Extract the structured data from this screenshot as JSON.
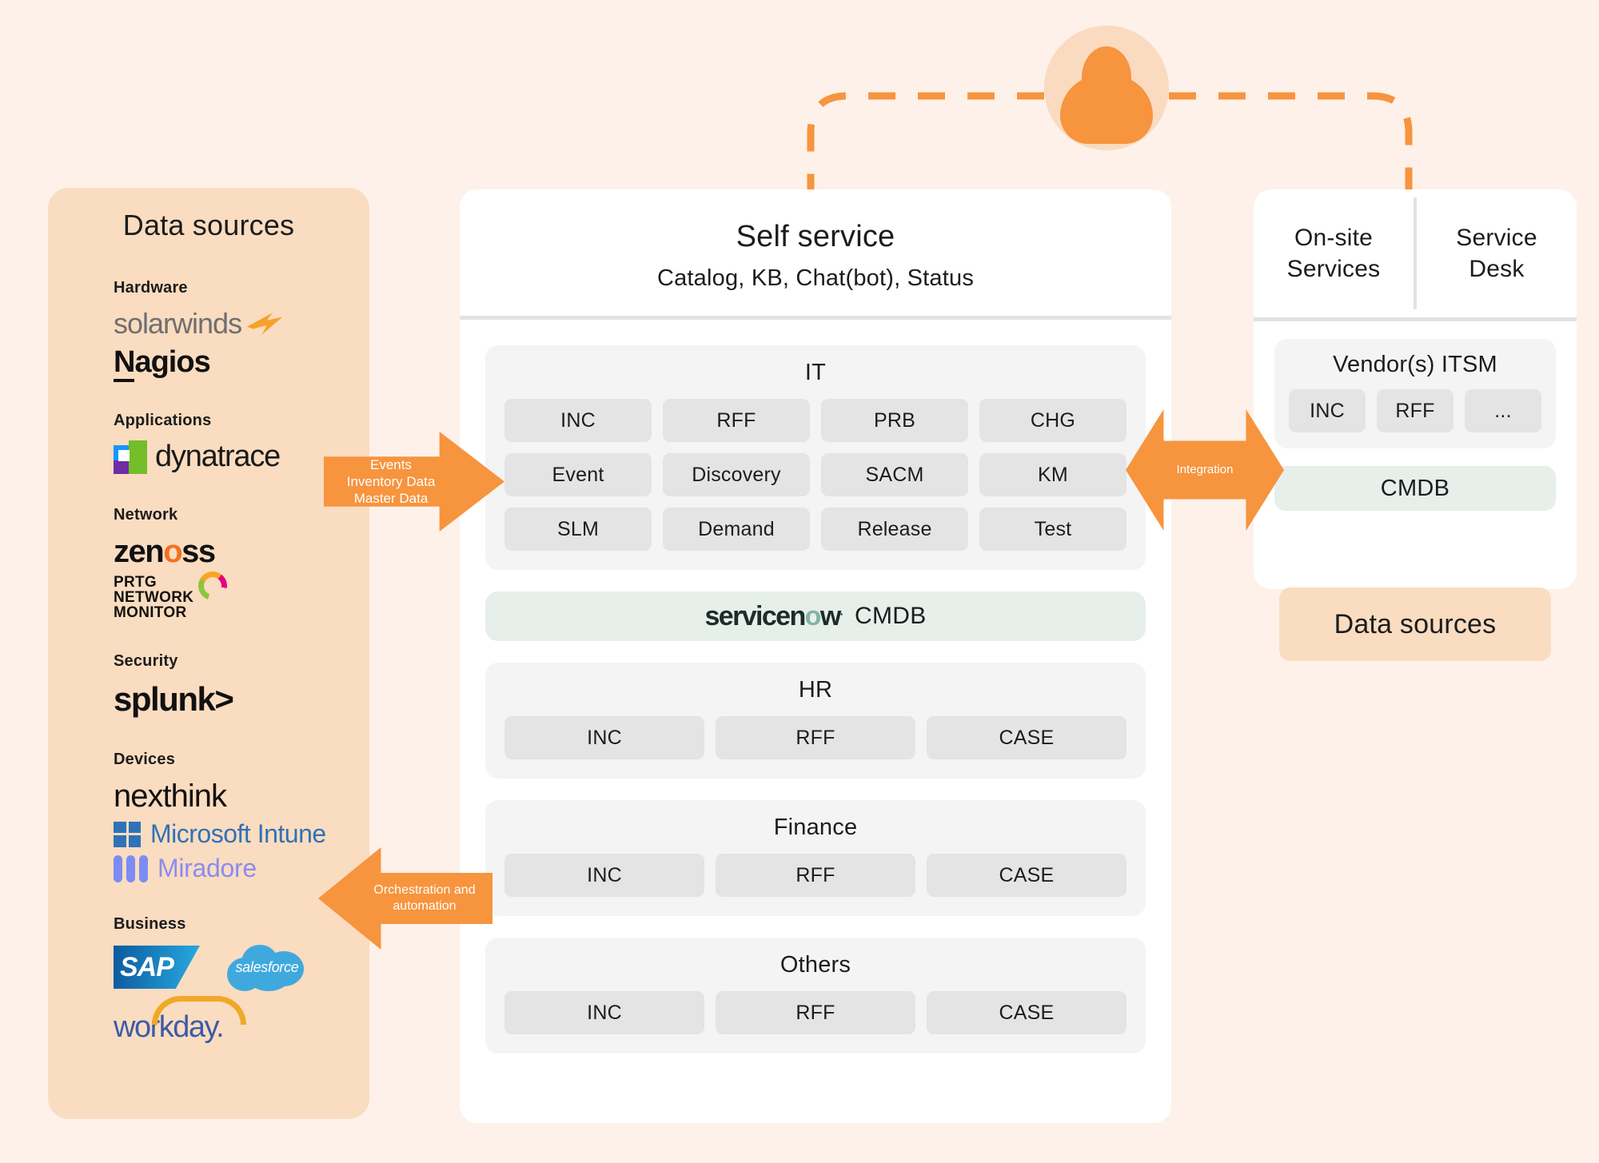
{
  "diagram": {
    "title": "ITSM service architecture overview",
    "colors": {
      "background": "#FDF1E9",
      "accent_orange": "#F7943E",
      "panel_peach": "#FADCC0",
      "card_grey": "#F4F4F4",
      "chip_grey": "#E4E4E4",
      "cmdb_green": "#E6EFEA",
      "white": "#FFFFFF"
    }
  },
  "avatar": {
    "icon": "user-avatar-icon"
  },
  "data_sources_panel": {
    "title": "Data sources",
    "groups": [
      {
        "category": "Hardware",
        "logos": [
          {
            "name": "solarwinds",
            "text": "solarwinds"
          },
          {
            "name": "nagios",
            "text": "Nagios",
            "first_letter": "N",
            "rest": "agios"
          }
        ]
      },
      {
        "category": "Applications",
        "logos": [
          {
            "name": "dynatrace",
            "text": "dynatrace"
          }
        ]
      },
      {
        "category": "Network",
        "logos": [
          {
            "name": "zenoss",
            "text": "zenoss",
            "pre": "zen",
            "accent": "o",
            "post": "ss"
          },
          {
            "name": "prtg-network-monitor",
            "line1": "PRTG",
            "line2": "NETWORK",
            "line3": "MONITOR"
          }
        ]
      },
      {
        "category": "Security",
        "logos": [
          {
            "name": "splunk",
            "text": "splunk>"
          }
        ]
      },
      {
        "category": "Devices",
        "logos": [
          {
            "name": "nexthink",
            "text": "nexthink"
          },
          {
            "name": "microsoft-intune",
            "text": "Microsoft Intune"
          },
          {
            "name": "miradore",
            "text": "Miradore"
          }
        ]
      },
      {
        "category": "Business",
        "logos": [
          {
            "name": "sap",
            "text": "SAP"
          },
          {
            "name": "salesforce",
            "text": "salesforce"
          },
          {
            "name": "workday",
            "text": "workday."
          }
        ]
      }
    ]
  },
  "center_panel": {
    "title": "Self service",
    "subtitle": "Catalog, KB, Chat(bot), Status",
    "groups": [
      {
        "title": "IT",
        "chips": [
          "INC",
          "RFF",
          "PRB",
          "CHG",
          "Event",
          "Discovery",
          "SACM",
          "KM",
          "SLM",
          "Demand",
          "Release",
          "Test"
        ]
      },
      {
        "title": "HR",
        "chips": [
          "INC",
          "RFF",
          "CASE"
        ]
      },
      {
        "title": "Finance",
        "chips": [
          "INC",
          "RFF",
          "CASE"
        ]
      },
      {
        "title": "Others",
        "chips": [
          "INC",
          "RFF",
          "CASE"
        ]
      }
    ],
    "cmdb_band": {
      "brand_pre": "servicen",
      "brand_accent": "o",
      "brand_post": "w",
      "trademark": ".",
      "label": "CMDB"
    }
  },
  "right_panel": {
    "header_left": "On-site\nServices",
    "header_left_line1": "On-site",
    "header_left_line2": "Services",
    "header_right_line1": "Service",
    "header_right_line2": "Desk",
    "vendor": {
      "title": "Vendor(s) ITSM",
      "chips": [
        "INC",
        "RFF",
        "..."
      ]
    },
    "cmdb": "CMDB",
    "data_sources": "Data sources"
  },
  "arrows": {
    "inbound": {
      "name": "events-inventory-master-data-arrow",
      "line1": "Events",
      "line2": "Inventory Data",
      "line3": "Master Data"
    },
    "integration": {
      "name": "integration-arrow",
      "label": "Integration"
    },
    "orchestration": {
      "name": "orchestration-automation-arrow",
      "line1": "Orchestration and",
      "line2": "automation"
    }
  }
}
